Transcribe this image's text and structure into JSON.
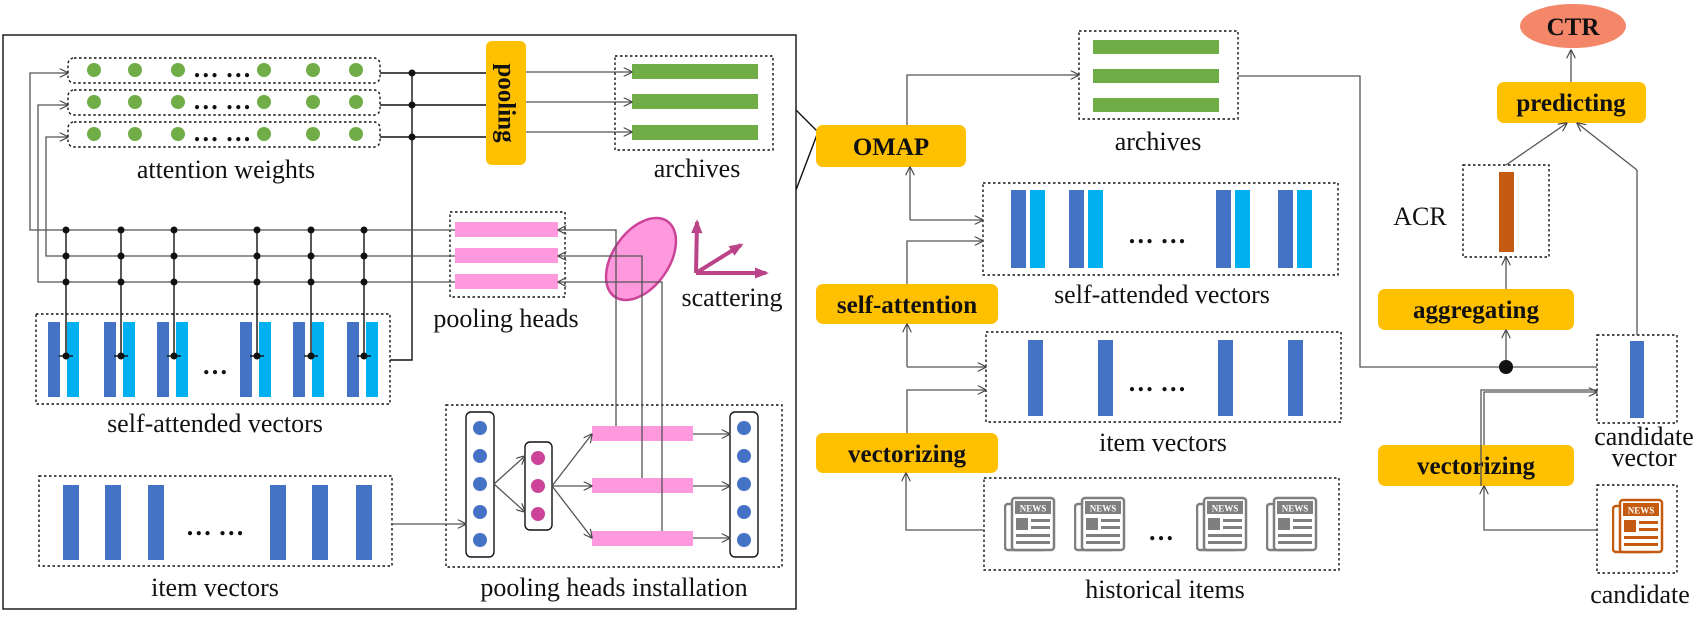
{
  "colors": {
    "orange_box": "#FFC000",
    "green": "#70AD47",
    "dark_blue": "#4472C4",
    "light_blue": "#00B0F0",
    "pink": "#FF99DD",
    "magenta": "#CC4499",
    "ctr": "#F4876A",
    "acr": "#C55A11",
    "news_gray": "#7F7F7F",
    "news_orange": "#C55A11"
  },
  "icons": {
    "news": "news-icon",
    "scatter": "scatter-arrows-icon"
  },
  "left_panel": {
    "pooling": "pooling",
    "attention_weights": "attention weights",
    "archives": "archives",
    "pooling_heads": "pooling heads",
    "scattering": "scattering",
    "self_attended_vectors": "self-attended vectors",
    "item_vectors": "item vectors",
    "pooling_heads_installation": "pooling heads installation",
    "ellipsis_dots": "… …",
    "ellipsis_single": "…"
  },
  "middle_panel": {
    "omap": "OMAP",
    "archives": "archives",
    "self_attention": "self-attention",
    "self_attended_vectors": "self-attended vectors",
    "vectorizing": "vectorizing",
    "item_vectors": "item vectors",
    "historical_items": "historical items",
    "news_label": "NEWS",
    "ellipsis_dots": "… …",
    "ellipsis_single": "…"
  },
  "right_panel": {
    "ctr": "CTR",
    "predicting": "predicting",
    "acr": "ACR",
    "aggregating": "aggregating",
    "vectorizing": "vectorizing",
    "candidate_vector_line1": "candidate",
    "candidate_vector_line2": "vector",
    "candidate": "candidate",
    "news_label": "NEWS"
  }
}
